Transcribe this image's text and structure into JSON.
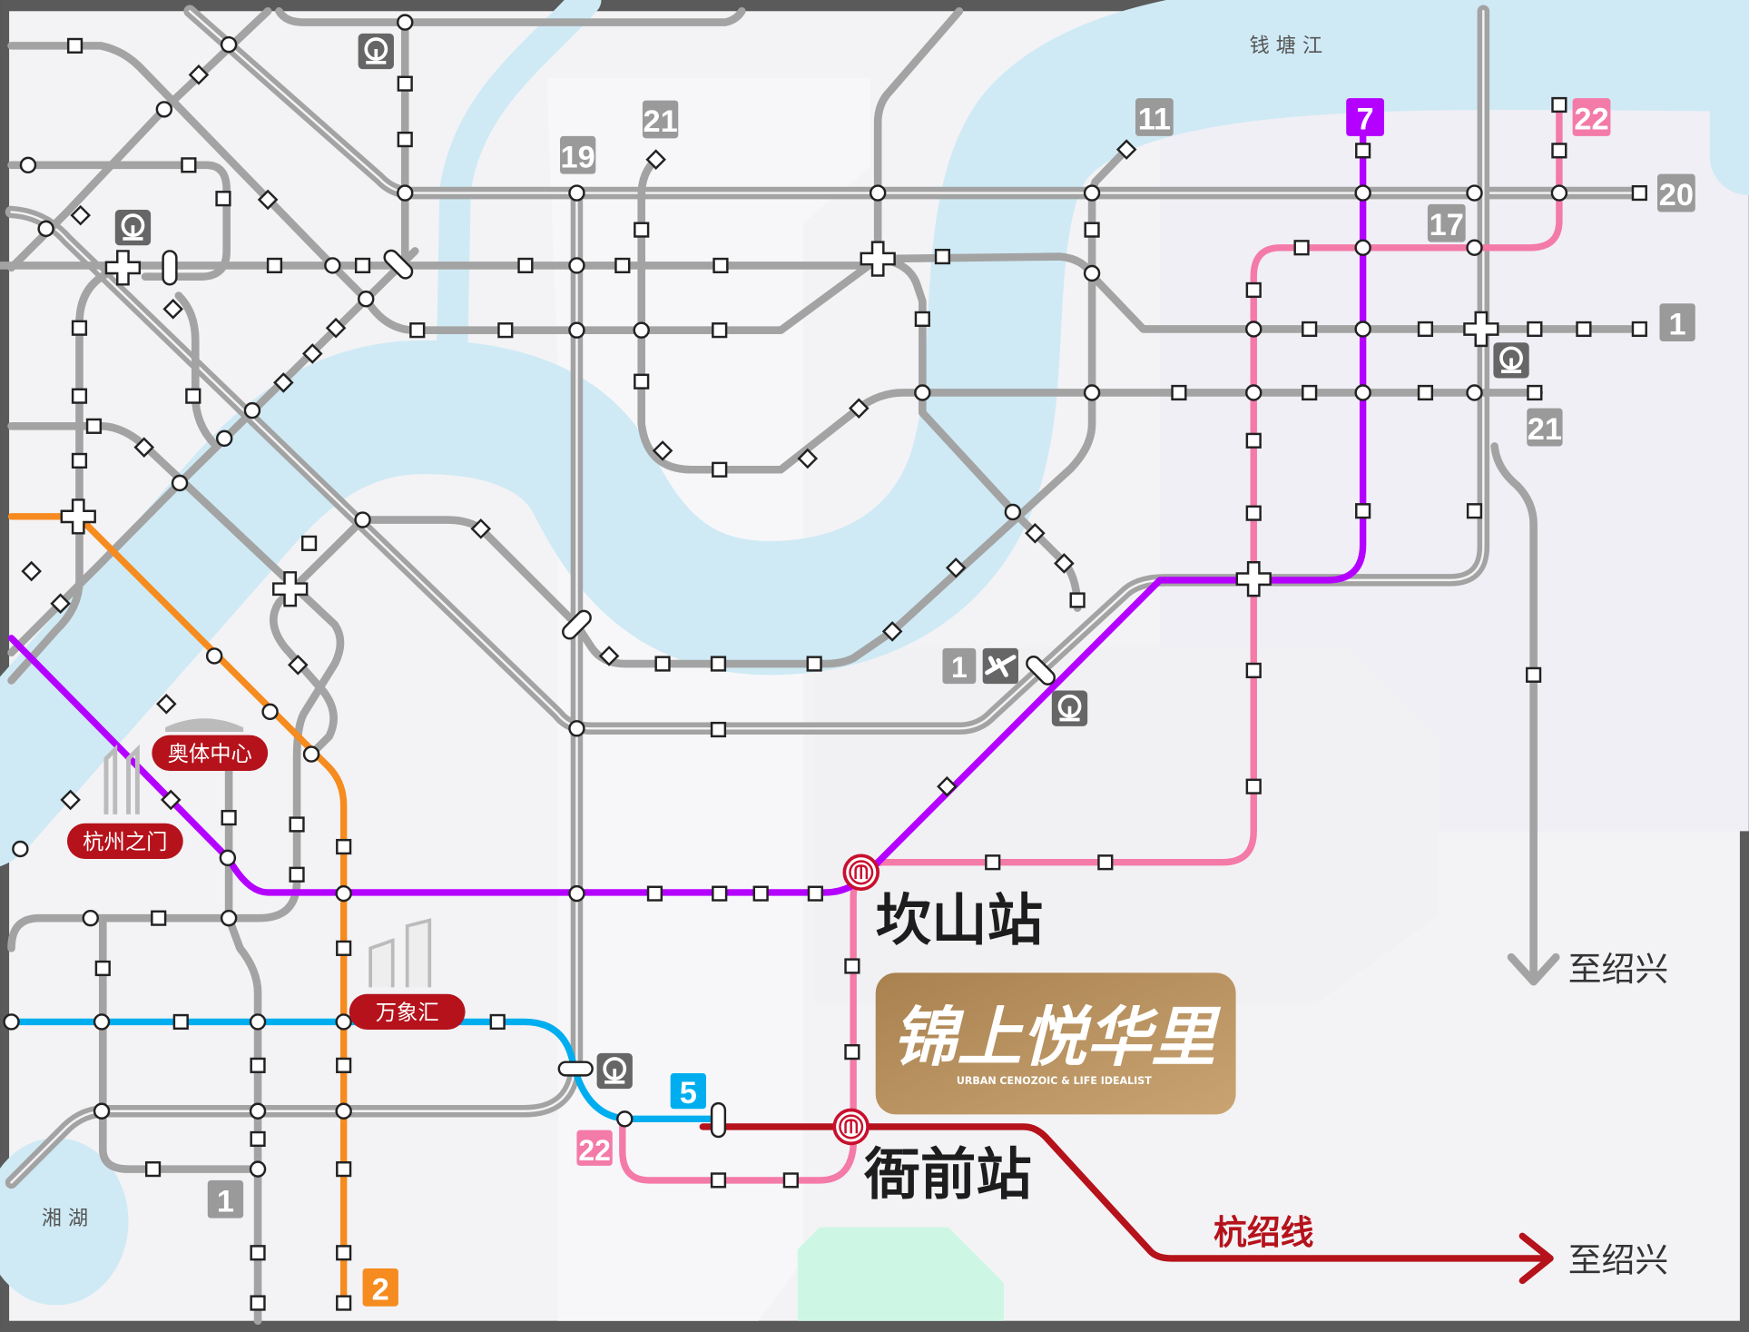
{
  "map": {
    "river_label": "钱 塘 江",
    "lake_label": "湘 湖",
    "line_badges": [
      {
        "id": "21a",
        "text": "21"
      },
      {
        "id": "19",
        "text": "19"
      },
      {
        "id": "11",
        "text": "11"
      },
      {
        "id": "7",
        "text": "7"
      },
      {
        "id": "22a",
        "text": "22"
      },
      {
        "id": "20",
        "text": "20"
      },
      {
        "id": "17",
        "text": "17"
      },
      {
        "id": "1a",
        "text": "1"
      },
      {
        "id": "21b",
        "text": "21"
      },
      {
        "id": "1b",
        "text": "1"
      },
      {
        "id": "5",
        "text": "5"
      },
      {
        "id": "22b",
        "text": "22"
      },
      {
        "id": "1c",
        "text": "1"
      },
      {
        "id": "2",
        "text": "2"
      }
    ],
    "landmarks": {
      "aoti": "奥体中心",
      "hzgate": "杭州之门",
      "wanxiang": "万象汇"
    },
    "stations": {
      "kanshan": "坎山站",
      "yaqian": "衙前站"
    },
    "hangshao_line": "杭绍线",
    "to_shaoxing_1": "至绍兴",
    "to_shaoxing_2": "至绍兴"
  },
  "project": {
    "name": "锦上悦华里",
    "tagline": "URBAN CENOZOIC & LIFE IDEALIST"
  },
  "colors": {
    "line7": "#b400ff",
    "line22": "#f47aa8",
    "line2": "#f68b1f",
    "line5": "#00aeef",
    "hangshao": "#b5121b",
    "gray": "#a3a3a3",
    "water": "#cfeaf5",
    "gold": "#b8935f"
  }
}
